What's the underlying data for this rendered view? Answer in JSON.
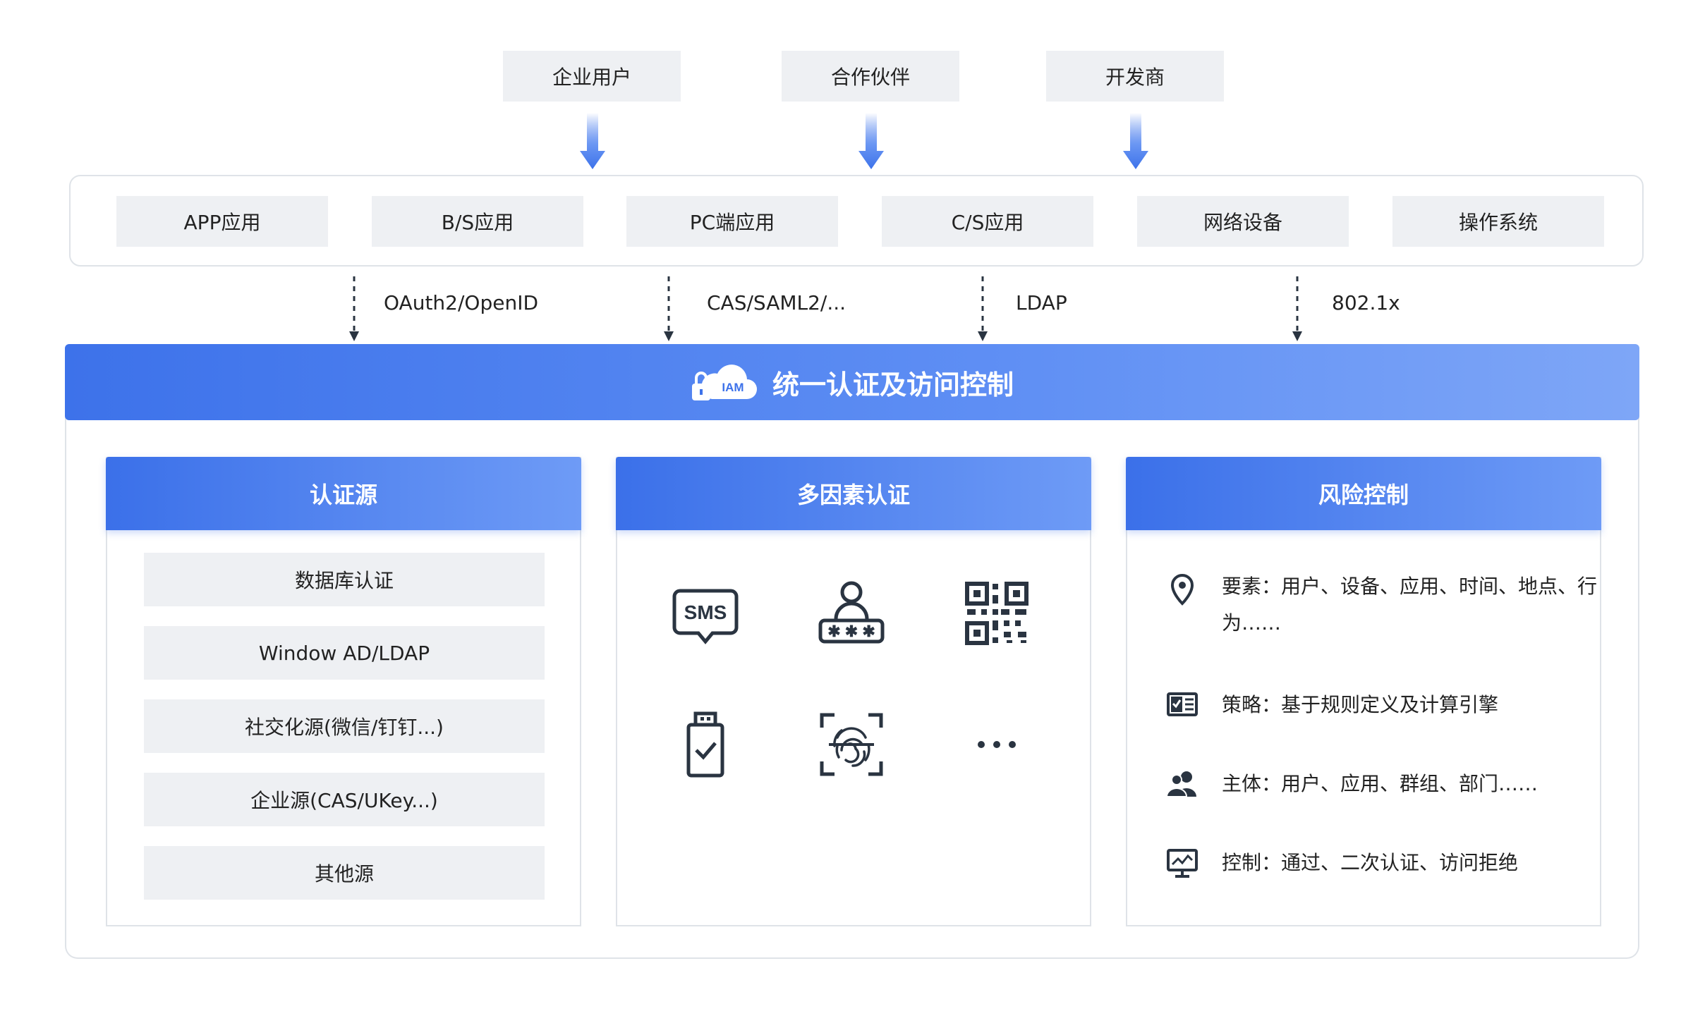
{
  "users": [
    "企业用户",
    "合作伙伴",
    "开发商"
  ],
  "apps": [
    "APP应用",
    "B/S应用",
    "PC端应用",
    "C/S应用",
    "网络设备",
    "操作系统"
  ],
  "protocols": [
    "OAuth2/OpenID",
    "CAS/SAML2/...",
    "LDAP",
    "802.1x"
  ],
  "main": {
    "logo_text": "IAM",
    "title": "统一认证及访问控制"
  },
  "panels": {
    "sources": {
      "title": "认证源",
      "items": [
        "数据库认证",
        "Window AD/LDAP",
        "社交化源(微信/钉钉...)",
        "企业源(CAS/UKey...)",
        "其他源"
      ]
    },
    "mfa": {
      "title": "多因素认证",
      "sms_label": "SMS",
      "icons": [
        "sms-icon",
        "user-password-icon",
        "qr-code-icon",
        "usb-key-icon",
        "fingerprint-icon",
        "more-icon"
      ]
    },
    "risk": {
      "title": "风险控制",
      "items": [
        {
          "icon": "location-pin-icon",
          "text": "要素：用户、设备、应用、时间、地点、行为……"
        },
        {
          "icon": "policy-list-icon",
          "text": "策略：基于规则定义及计算引擎"
        },
        {
          "icon": "users-group-icon",
          "text": "主体：用户、应用、群组、部门……"
        },
        {
          "icon": "monitor-control-icon",
          "text": "控制：通过、二次认证、访问拒绝"
        }
      ]
    }
  },
  "colors": {
    "primary_blue": "#3d72ea",
    "light_blue": "#7ea6f7",
    "box_gray": "#eef0f3",
    "border_gray": "#dfe3e8",
    "icon_dark": "#2a3441"
  }
}
